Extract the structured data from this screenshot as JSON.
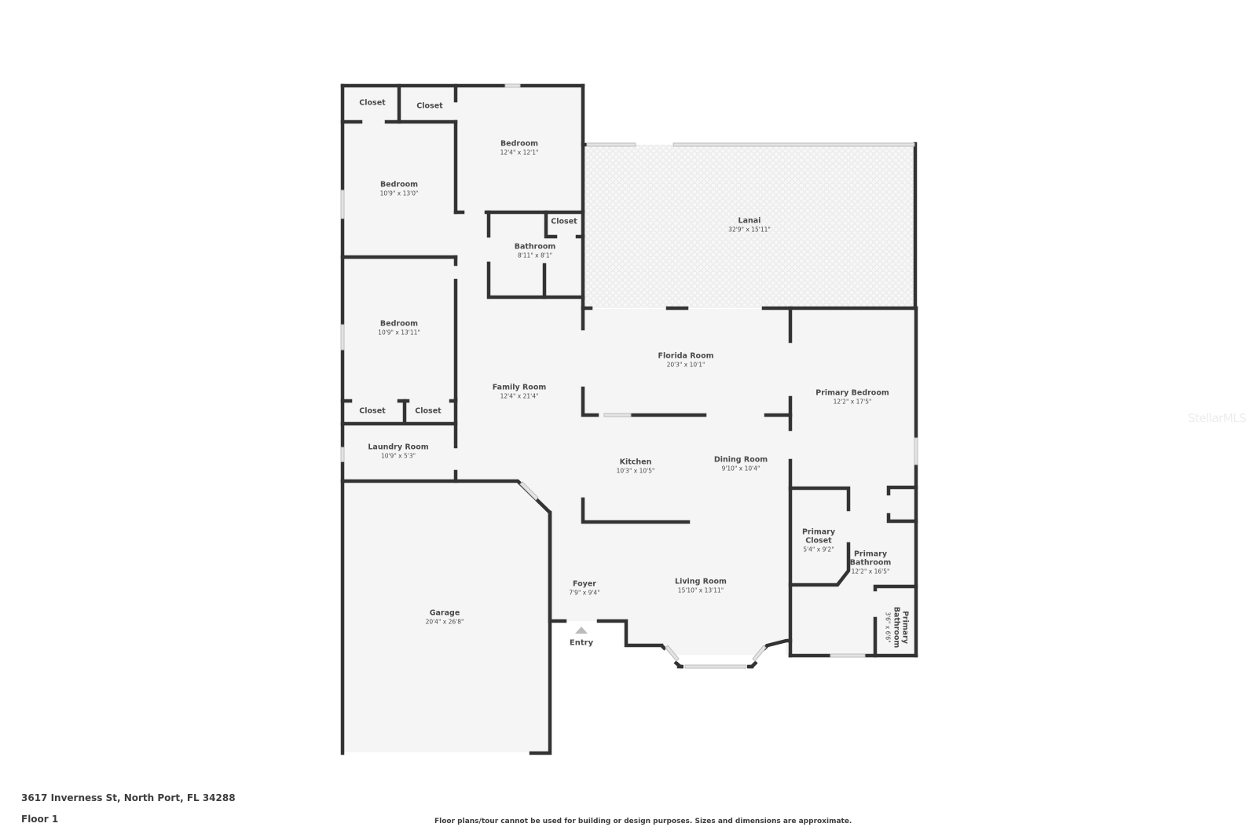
{
  "address": "3617 Inverness St, North Port, FL 34288",
  "floor": "Floor 1",
  "disclaimer": "Floor plans/tour cannot be used for building or design purposes. Sizes and dimensions are approximate.",
  "watermark": "StellarMLS",
  "entry_label": "Entry",
  "colors": {
    "wall": "#333333",
    "floor": "#f5f5f5",
    "window": "#dddddd",
    "lanai_pattern": "#e6e6e6",
    "entry_arrow": "#bbbbbb"
  },
  "rooms": {
    "closet_tl1": {
      "name": "Closet",
      "dim": ""
    },
    "closet_tl2": {
      "name": "Closet",
      "dim": ""
    },
    "bedroom_top": {
      "name": "Bedroom",
      "dim": "12'4\" x 12'1\""
    },
    "bedroom_1": {
      "name": "Bedroom",
      "dim": "10'9\" x 13'0\""
    },
    "closet_bath": {
      "name": "Closet",
      "dim": ""
    },
    "bathroom": {
      "name": "Bathroom",
      "dim": "8'11\" x 8'1\""
    },
    "lanai": {
      "name": "Lanai",
      "dim": "32'9\" x 15'11\""
    },
    "bedroom_2": {
      "name": "Bedroom",
      "dim": "10'9\" x 13'11\""
    },
    "family_room": {
      "name": "Family Room",
      "dim": "12'4\" x 21'4\""
    },
    "florida_room": {
      "name": "Florida Room",
      "dim": "20'3\" x 10'1\""
    },
    "primary_bedroom": {
      "name": "Primary Bedroom",
      "dim": "12'2\" x 17'5\""
    },
    "closet_b1": {
      "name": "Closet",
      "dim": ""
    },
    "closet_b2": {
      "name": "Closet",
      "dim": ""
    },
    "laundry": {
      "name": "Laundry Room",
      "dim": "10'9\" x 5'3\""
    },
    "kitchen": {
      "name": "Kitchen",
      "dim": "10'3\" x 10'5\""
    },
    "dining": {
      "name": "Dining Room",
      "dim": "9'10\" x 10'4\""
    },
    "primary_closet": {
      "name": "Primary Closet",
      "dim": "5'4\" x 9'2\""
    },
    "primary_bath": {
      "name": "Primary Bathroom",
      "dim": "12'2\" x 16'5\""
    },
    "primary_bath_small": {
      "name": "Primary Bathroom",
      "dim": "3'6\" x 6'6\""
    },
    "foyer": {
      "name": "Foyer",
      "dim": "7'9\" x 9'4\""
    },
    "living": {
      "name": "Living Room",
      "dim": "15'10\" x 13'11\""
    },
    "garage": {
      "name": "Garage",
      "dim": "20'4\" x 26'8\""
    }
  }
}
